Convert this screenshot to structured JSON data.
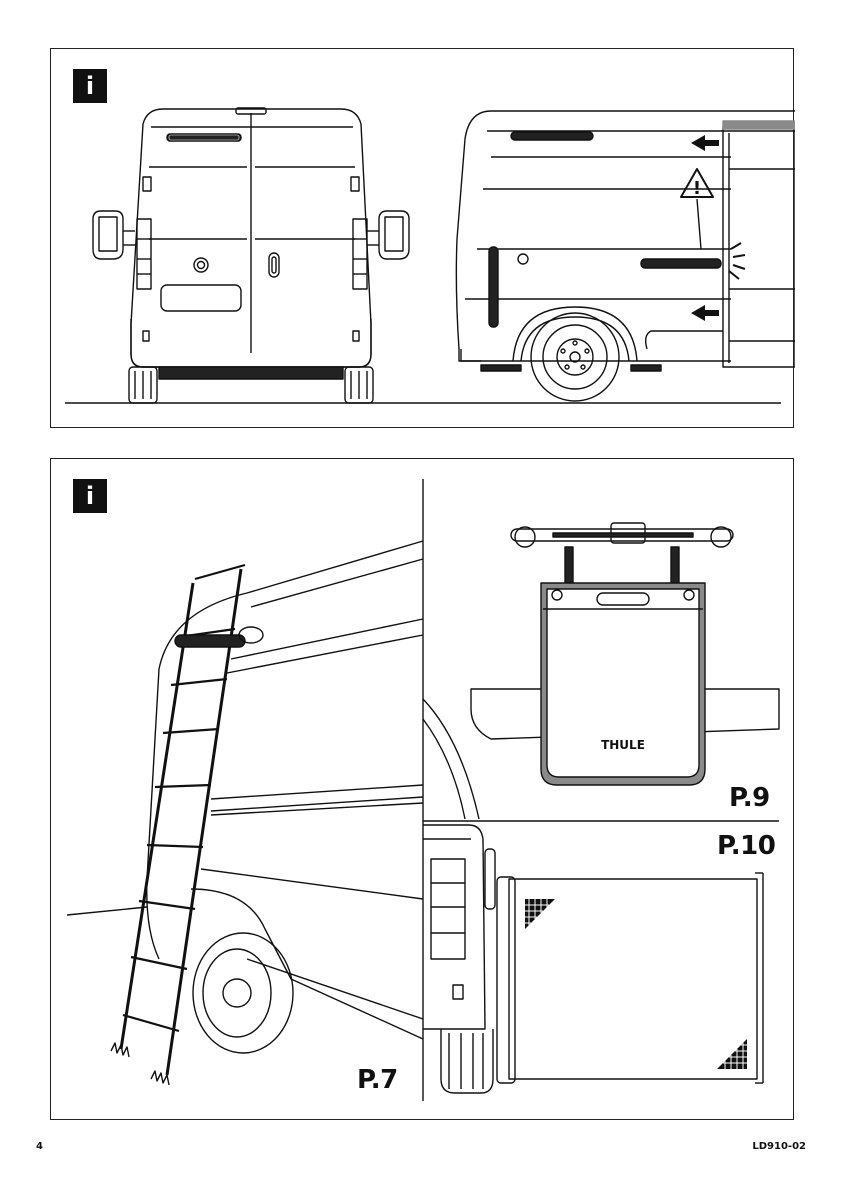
{
  "panels": {
    "top": {
      "badge": "i"
    },
    "bottom": {
      "badge": "i",
      "labels": {
        "p7": "P.7",
        "p9": "P.9",
        "p10": "P.10"
      },
      "brand": "THULE"
    }
  },
  "footer": {
    "page_number": "4",
    "doc_code": "LD910-02"
  },
  "colors": {
    "ink": "#111111",
    "accent_grey": "#8a8a8a"
  },
  "icons": [
    "info-icon",
    "warning-icon",
    "arrow-left-icon"
  ]
}
